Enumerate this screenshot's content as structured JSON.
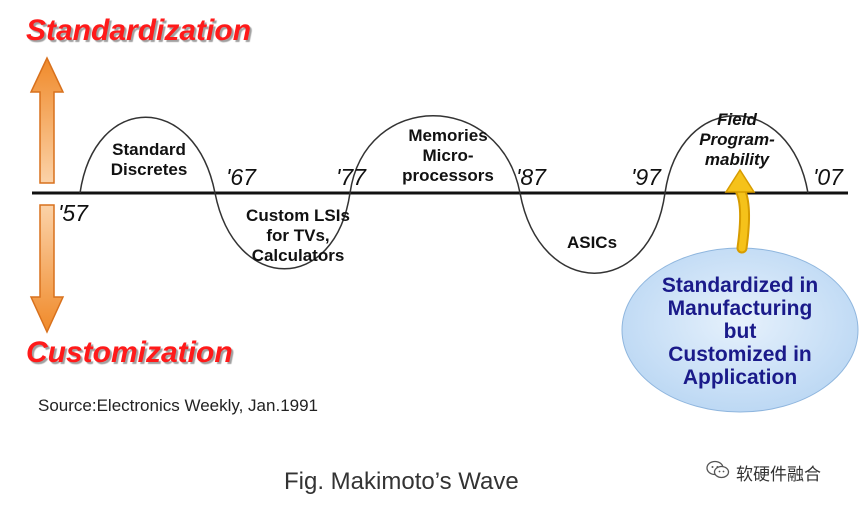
{
  "labels": {
    "top": "Standardization",
    "bottom": "Customization"
  },
  "years": [
    "'57",
    "'67",
    "'77",
    "'87",
    "'97",
    "'07"
  ],
  "eras": {
    "standard_discretes": [
      "Standard",
      "Discretes"
    ],
    "custom_lsis": [
      "Custom LSIs",
      "for TVs,",
      "Calculators"
    ],
    "memories": [
      "Memories",
      "Micro-",
      "processors"
    ],
    "asics": "ASICs",
    "field_programmability": [
      "Field",
      "Program-",
      "mability"
    ]
  },
  "callout": [
    "Standardized in",
    "Manufacturing",
    "but",
    "Customized in",
    "Application"
  ],
  "source": "Source:Electronics Weekly, Jan.1991",
  "caption": "Fig.  Makimoto’s Wave",
  "watermark": "软硬件融合",
  "colors": {
    "title_red": "#ff1a1a",
    "arrow_orange": "#f5a25a",
    "callout_fill": "#cfe3f7",
    "callout_text": "#1a1a8a",
    "arrow_yellow": "#f2b400"
  }
}
